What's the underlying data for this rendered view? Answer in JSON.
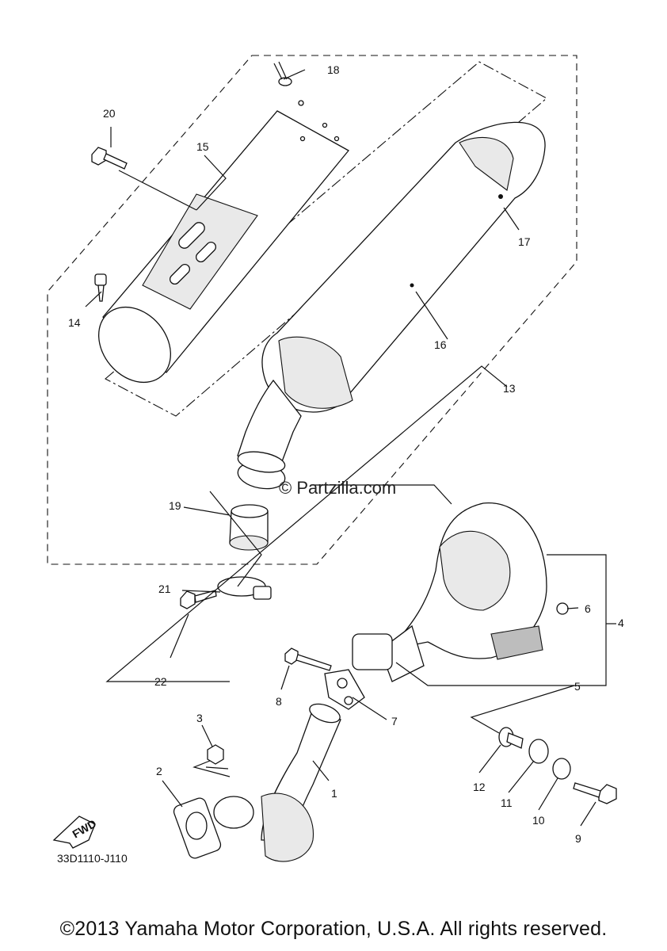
{
  "callouts": [
    "1",
    "2",
    "3",
    "4",
    "5",
    "6",
    "7",
    "8",
    "9",
    "10",
    "11",
    "12",
    "13",
    "14",
    "15",
    "16",
    "17",
    "18",
    "19",
    "20",
    "21",
    "22"
  ],
  "fwd_label": "FWD",
  "diagram_code": "33D1110-J110",
  "watermark": "© Partzilla.com",
  "copyright": "©2013 Yamaha Motor Corporation, U.S.A. All rights reserved."
}
